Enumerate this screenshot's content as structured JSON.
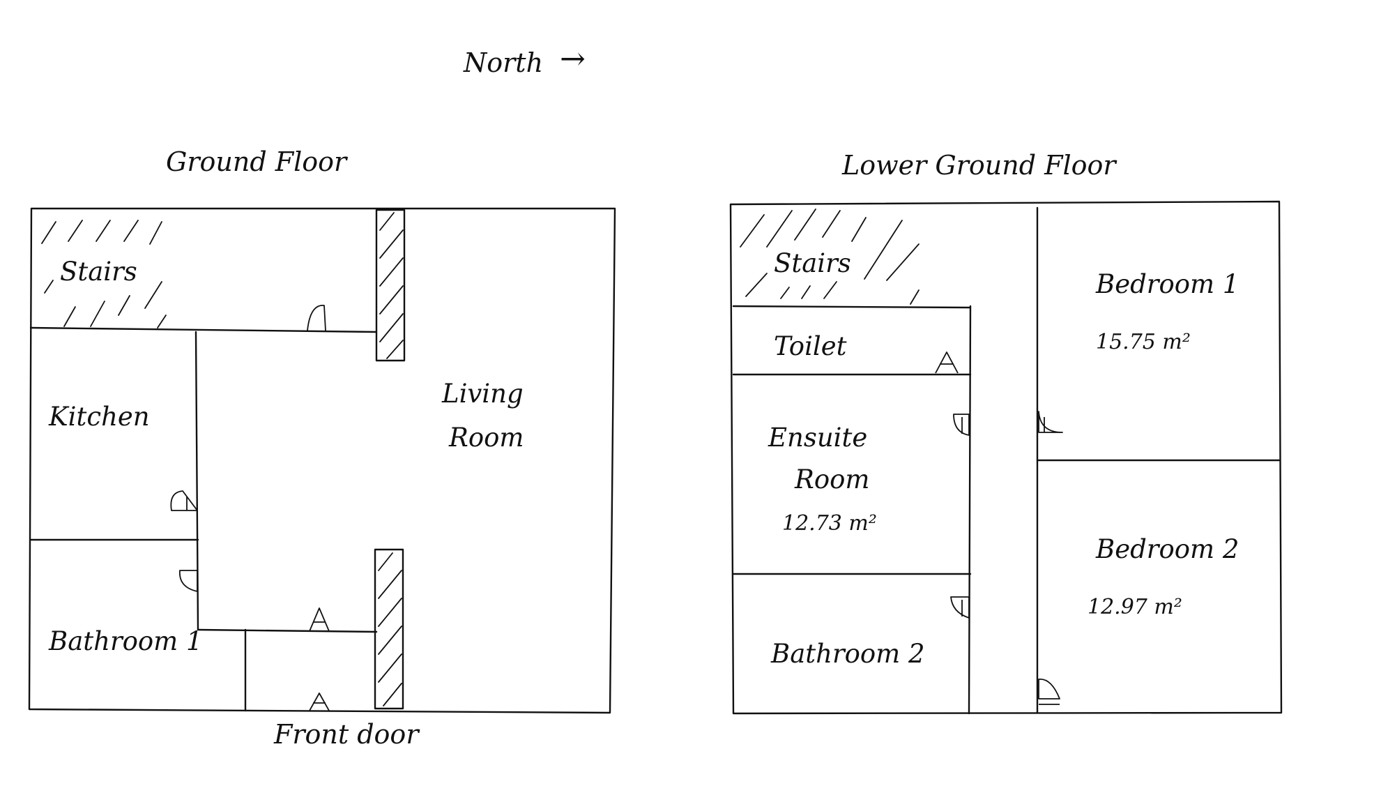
{
  "orientation": {
    "label": "North",
    "arrow": "→"
  },
  "ground_floor": {
    "title": "Ground Floor",
    "rooms": {
      "stairs": "Stairs",
      "kitchen": "Kitchen",
      "living_line1": "Living",
      "living_line2": "Room",
      "bathroom1": "Bathroom 1"
    },
    "front_door": "Front door"
  },
  "lower_ground_floor": {
    "title": "Lower Ground Floor",
    "rooms": {
      "stairs": "Stairs",
      "toilet": "Toilet",
      "ensuite_line1": "Ensuite",
      "ensuite_line2": "Room",
      "ensuite_area": "12.73 m²",
      "bedroom1": "Bedroom 1",
      "bedroom1_area": "15.75 m²",
      "bedroom2": "Bedroom 2",
      "bedroom2_area": "12.97 m²",
      "bathroom2": "Bathroom 2"
    }
  }
}
